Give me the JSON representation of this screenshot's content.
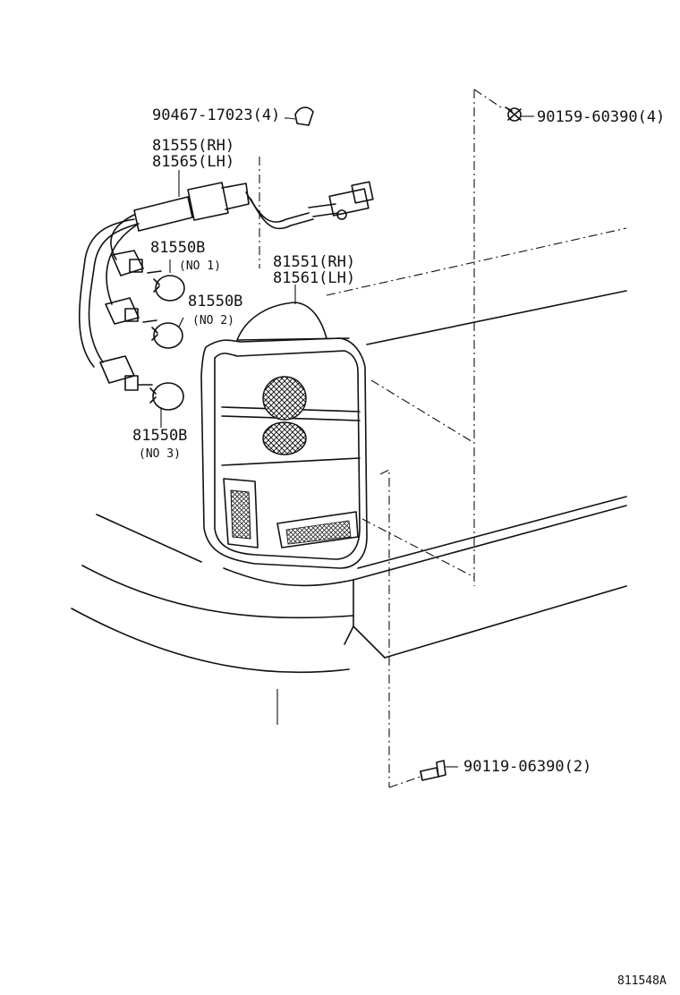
{
  "parts": {
    "clip": "90467-17023(4)",
    "screw_top": "90159-60390(4)",
    "socket_rh": "81555(RH)",
    "socket_lh": "81565(LH)",
    "bulb_1_part": "81550B",
    "bulb_1_note": "(NO 1)",
    "bulb_2_part": "81550B",
    "bulb_2_note": "(NO 2)",
    "bulb_3_part": "81550B",
    "bulb_3_note": "(NO 3)",
    "lens_rh": "81551(RH)",
    "lens_lh": "81561(LH)",
    "screw_bottom": "90119-06390(2)"
  },
  "diagram_id": "811548A"
}
